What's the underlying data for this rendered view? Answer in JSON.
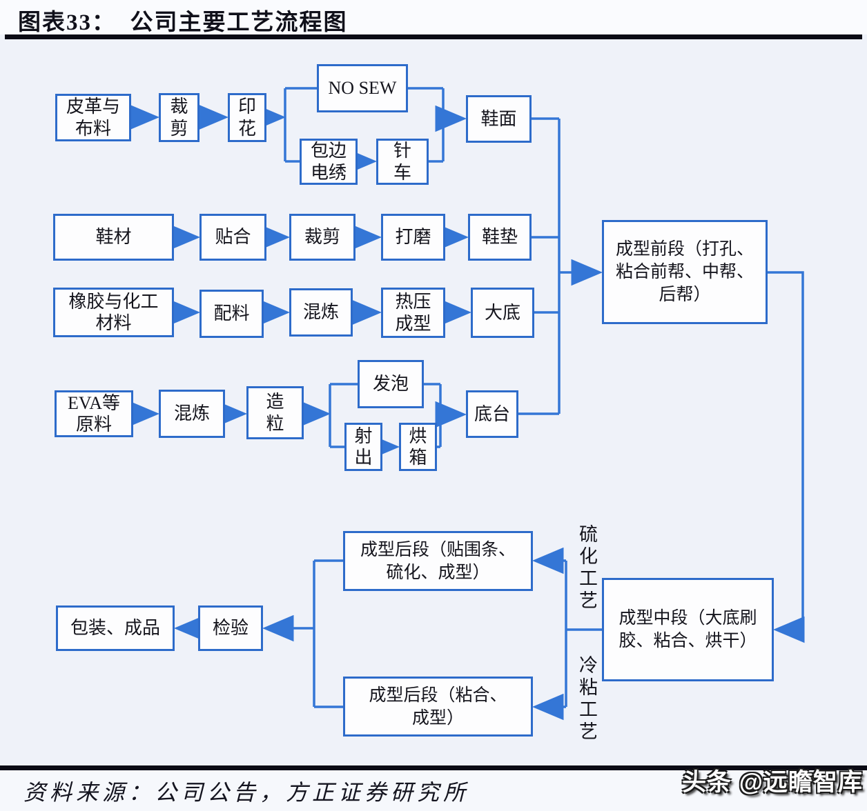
{
  "figure": {
    "title": "图表33：  公司主要工艺流程图",
    "source": "资料来源：公司公告，方正证券研究所",
    "watermark": "头条 @远瞻智库"
  },
  "colors": {
    "box_border": "#2d6bca",
    "connector": "#3476d6",
    "rule": "#0b0b15",
    "background": "#eff2f9",
    "box_fill": "#fdfdfe",
    "text": "#14141c"
  },
  "flowchart": {
    "nodes": [
      {
        "id": "leather",
        "lines": [
          "皮革与",
          "布料"
        ]
      },
      {
        "id": "cut1",
        "lines": [
          "裁",
          "剪"
        ]
      },
      {
        "id": "print",
        "lines": [
          "印",
          "花"
        ]
      },
      {
        "id": "nosew",
        "lines": [
          "NO SEW"
        ]
      },
      {
        "id": "edge-embroidery",
        "lines": [
          "包边",
          "电绣"
        ]
      },
      {
        "id": "stitch",
        "lines": [
          "针",
          "车"
        ]
      },
      {
        "id": "upper",
        "lines": [
          "鞋面"
        ]
      },
      {
        "id": "shoe-material",
        "lines": [
          "鞋材"
        ]
      },
      {
        "id": "laminate",
        "lines": [
          "贴合"
        ]
      },
      {
        "id": "cut2",
        "lines": [
          "裁剪"
        ]
      },
      {
        "id": "polish",
        "lines": [
          "打磨"
        ]
      },
      {
        "id": "insole",
        "lines": [
          "鞋垫"
        ]
      },
      {
        "id": "rubber",
        "lines": [
          "橡胶与化工",
          "材料"
        ]
      },
      {
        "id": "ingredients",
        "lines": [
          "配料"
        ]
      },
      {
        "id": "mix1",
        "lines": [
          "混炼"
        ]
      },
      {
        "id": "hot-press",
        "lines": [
          "热压",
          "成型"
        ]
      },
      {
        "id": "outsole",
        "lines": [
          "大底"
        ]
      },
      {
        "id": "eva",
        "lines": [
          "EVA等",
          "原料"
        ]
      },
      {
        "id": "mix2",
        "lines": [
          "混炼"
        ]
      },
      {
        "id": "granulate",
        "lines": [
          "造",
          "粒"
        ]
      },
      {
        "id": "foam",
        "lines": [
          "发泡"
        ]
      },
      {
        "id": "inject",
        "lines": [
          "射",
          "出"
        ]
      },
      {
        "id": "oven",
        "lines": [
          "烘",
          "箱"
        ]
      },
      {
        "id": "midsole",
        "lines": [
          "底台"
        ]
      },
      {
        "id": "front-stage",
        "lines": [
          "成型前段（打孔、",
          "粘合前帮、中帮、",
          "后帮）"
        ]
      },
      {
        "id": "mid-stage",
        "lines": [
          "成型中段（大底刷",
          "胶、粘合、烘干）"
        ]
      },
      {
        "id": "rear-stage-vulcanize",
        "lines": [
          "成型后段（贴围条、",
          "硫化、成型）"
        ]
      },
      {
        "id": "rear-stage-cold",
        "lines": [
          "成型后段（粘合、",
          "成型）"
        ]
      },
      {
        "id": "inspection",
        "lines": [
          "检验"
        ]
      },
      {
        "id": "packaging",
        "lines": [
          "包装、成品"
        ]
      }
    ],
    "side_labels": [
      {
        "id": "vulcanize-process",
        "text": "硫化工艺"
      },
      {
        "id": "cold-bond-process",
        "text": "冷粘工艺"
      }
    ]
  }
}
